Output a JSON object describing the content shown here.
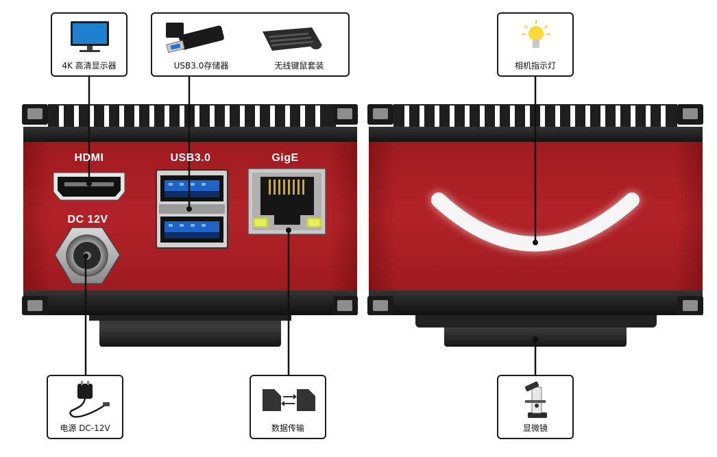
{
  "ports": {
    "hdmi": "HDMI",
    "usb": "USB3.0",
    "gige": "GigE",
    "dc": "DC 12V"
  },
  "callouts": {
    "monitor": "4K 高清显示器",
    "monitor_screen": "4K",
    "usb_storage": "USB3.0存储器",
    "keyboard": "无线键鼠套装",
    "indicator": "相机指示灯",
    "power": "电源 DC-12V",
    "data": "数据传输",
    "microscope": "显微镜"
  },
  "colors": {
    "body_red": "#b01e22",
    "body_dark": "#1c1c1c",
    "callout_border": "#1a1a1a"
  }
}
